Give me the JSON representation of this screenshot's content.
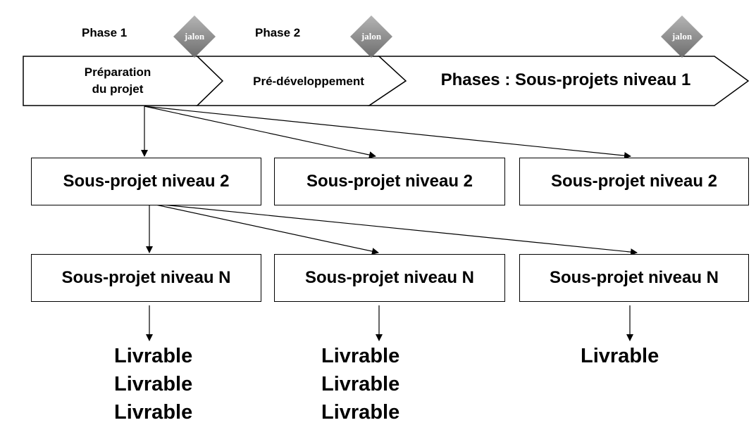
{
  "phase_labels": [
    "Phase 1",
    "Phase 2"
  ],
  "milestone_label": "jalon",
  "chevrons": {
    "first": "Préparation\ndu projet",
    "second": "Pré-développement",
    "third": "Phases : Sous-projets niveau 1"
  },
  "level2_boxes": [
    "Sous-projet niveau 2",
    "Sous-projet niveau 2",
    "Sous-projet niveau 2"
  ],
  "levelN_boxes": [
    "Sous-projet niveau N",
    "Sous-projet niveau N",
    "Sous-projet niveau N"
  ],
  "deliverables": [
    [
      "Livrable",
      "Livrable",
      "Livrable"
    ],
    [
      "Livrable",
      "Livrable",
      "Livrable"
    ],
    [
      "Livrable"
    ]
  ],
  "colors": {
    "milestone_fill": "#8a8a8a",
    "milestone_fill_light": "#b4b4b4",
    "line": "#000000",
    "background": "#ffffff"
  }
}
